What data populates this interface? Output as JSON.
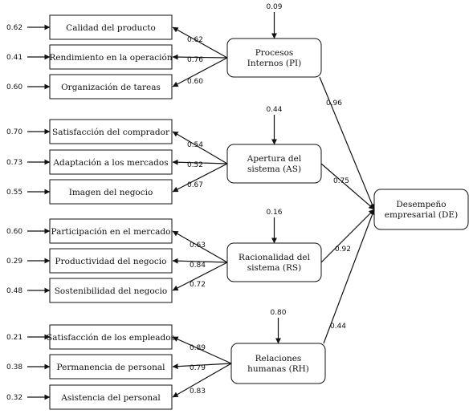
{
  "indicators": [
    {
      "label": "Calidad del producto",
      "error": "0.62",
      "loading": "0.62"
    },
    {
      "label": "Rendimiento en la operación",
      "error": "0.41",
      "loading": "0.76"
    },
    {
      "label": "Organización de tareas",
      "error": "0.60",
      "loading": "0.60"
    },
    {
      "label": "Satisfacción del comprador",
      "error": "0.70",
      "loading": "0.54"
    },
    {
      "label": "Adaptación a los mercados",
      "error": "0.73",
      "loading": "0.52"
    },
    {
      "label": "Imagen del negocio",
      "error": "0.55",
      "loading": "0.67"
    },
    {
      "label": "Participación en el mercado",
      "error": "0.60",
      "loading": "0.63"
    },
    {
      "label": "Productividad del negocio",
      "error": "0.29",
      "loading": "0.84"
    },
    {
      "label": "Sostenibilidad del negocio",
      "error": "0.48",
      "loading": "0.72"
    },
    {
      "label": "Satisfacción de los empleados",
      "error": "0.21",
      "loading": "0.89"
    },
    {
      "label": "Permanencia de personal",
      "error": "0.38",
      "loading": "0.79"
    },
    {
      "label": "Asistencia del personal",
      "error": "0.32",
      "loading": "0.83"
    }
  ],
  "latents": [
    {
      "line1": "Procesos",
      "line2": "Internos (PI)",
      "disturbance": "0.09",
      "path": "0.96"
    },
    {
      "line1": "Apertura del",
      "line2": "sistema (AS)",
      "disturbance": "0.44",
      "path": "0.75"
    },
    {
      "line1": "Racionalidad del",
      "line2": "sistema (RS)",
      "disturbance": "0.16",
      "path": "0.92"
    },
    {
      "line1": "Relaciones",
      "line2": "humanas (RH)",
      "disturbance": "0.80",
      "path": "0.44"
    }
  ],
  "outcome": {
    "line1": "Desempeño",
    "line2": "empresarial (DE)"
  }
}
